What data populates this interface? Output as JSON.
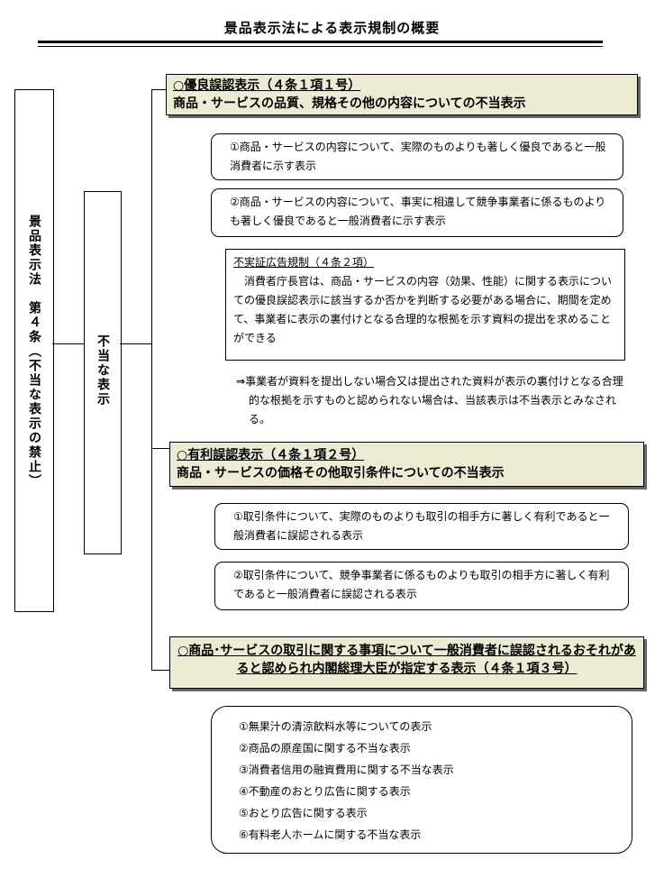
{
  "title": "景品表示法による表示規制の概要",
  "left_label": "景品表示法　第４条（不当な表示の禁止）",
  "mid_label": "不当な表示",
  "cat1": {
    "head": "○優良誤認表示（４条１項１号）",
    "body": "商品・サービスの品質、規格その他の内容についての不当表示"
  },
  "cat1_items": [
    "①商品・サービスの内容について、実際のものよりも著しく優良であると一般消費者に示す表示",
    "②商品・サービスの内容について、事実に相違して競争事業者に係るものよりも著しく優良であると一般消費者に示す表示"
  ],
  "substantiation": {
    "title": "不実証広告規制（４条２項）",
    "body": "消費者庁長官は、商品・サービスの内容（効果、性能）に関する表示についての優良誤認表示に該当するか否かを判断する必要がある場合に、期間を定めて、事業者に表示の裏付けとなる合理的な根拠を示す資料の提出を求めることができる"
  },
  "note": {
    "arrow": "⇒",
    "text": "事業者が資料を提出しない場合又は提出された資料が表示の裏付けとなる合理的な根拠を示すものと認められない場合は、当該表示は不当表示とみなされる。"
  },
  "cat2": {
    "head": "○有利誤認表示（４条１項２号）",
    "body": "商品・サービスの価格その他取引条件についての不当表示"
  },
  "cat2_items": [
    "①取引条件について、実際のものよりも取引の相手方に著しく有利であると一般消費者に誤認される表示",
    "②取引条件について、競争事業者に係るものよりも取引の相手方に著しく有利であると一般消費者に誤認される表示"
  ],
  "cat3": {
    "head": "○商品･サービスの取引に関する事項について一般消費者に誤認されるおそれがあると認められ内閣総理大臣が指定する表示（４条１項３号）"
  },
  "cat3_items": [
    "①無果汁の清涼飲料水等についての表示",
    "②商品の原産国に関する不当な表示",
    "③消費者信用の融資費用に関する不当な表示",
    "④不動産のおとり広告に関する表示",
    "⑤おとり広告に関する表示",
    "⑥有料老人ホームに関する不当な表示"
  ]
}
